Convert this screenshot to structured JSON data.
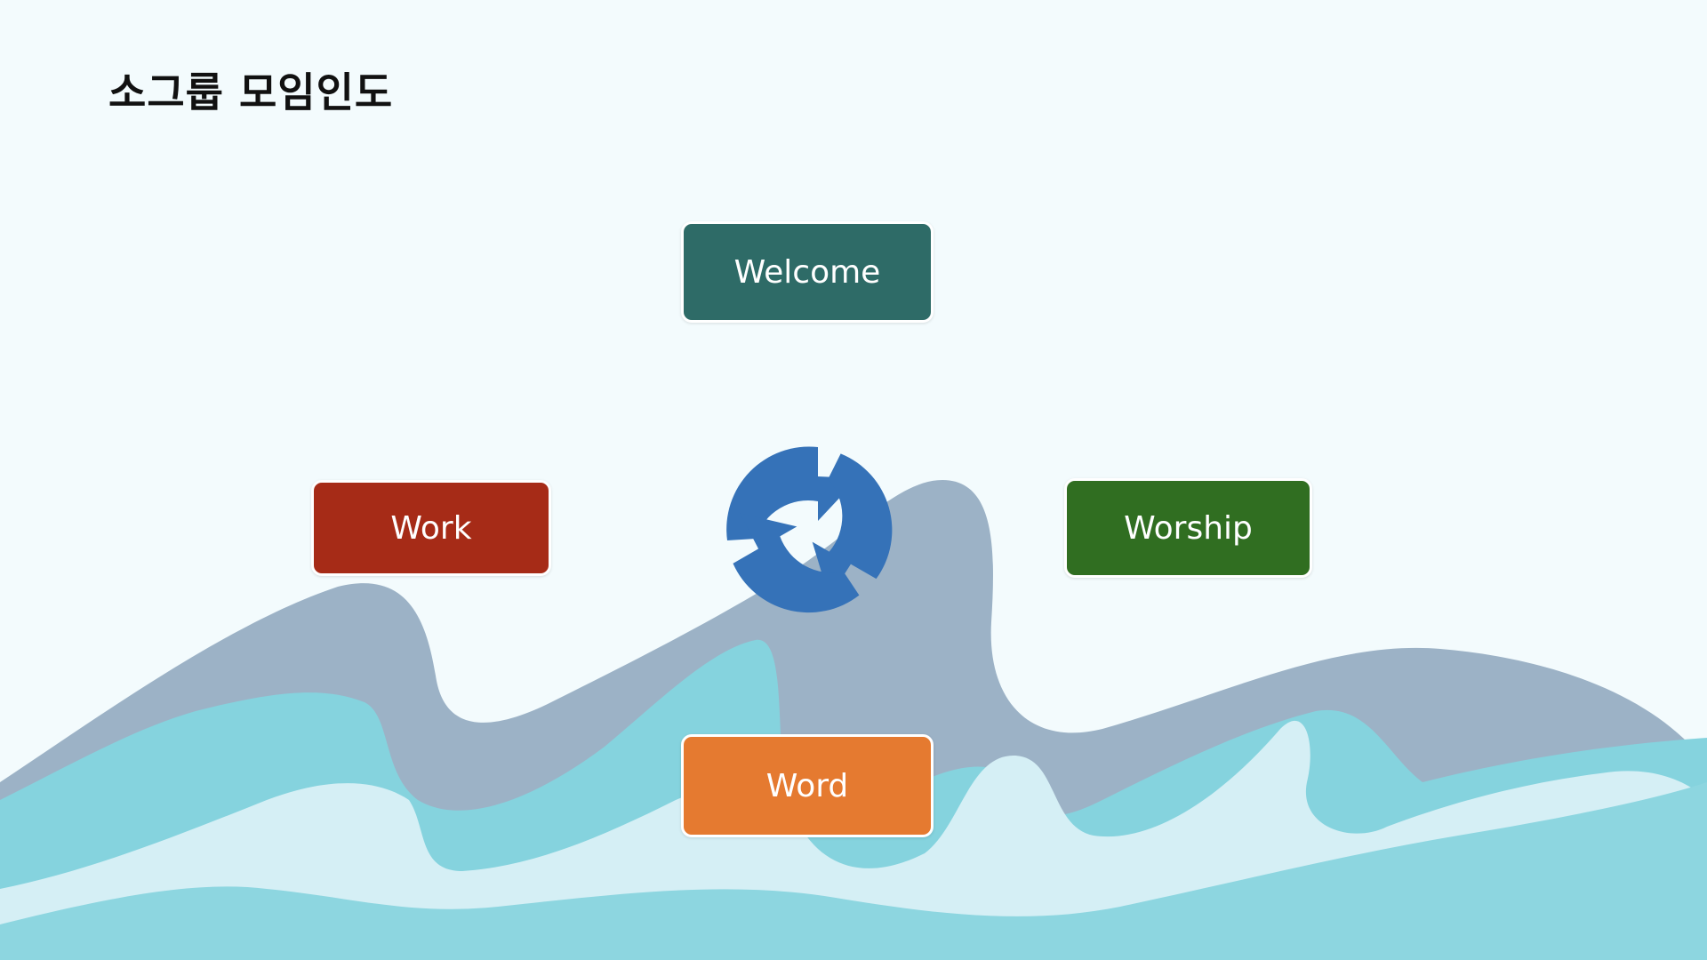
{
  "slide": {
    "title": "소그룹 모임인도"
  },
  "cycle": {
    "center_icon": "cycle-arrows-icon",
    "items": [
      {
        "label": "Welcome",
        "color": "#2E6B67"
      },
      {
        "label": "Work",
        "color": "#A62B17"
      },
      {
        "label": "Worship",
        "color": "#306E21"
      },
      {
        "label": "Word",
        "color": "#E57A30"
      }
    ],
    "arrow_color": "#3572B8"
  },
  "colors": {
    "background": "#F3FBFD",
    "wave_gray": "#9CB2C6",
    "wave_teal": "#85D3DE",
    "wave_light": "#D5EFF5"
  }
}
